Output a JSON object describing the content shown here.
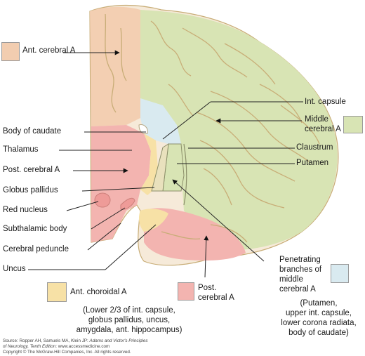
{
  "colors": {
    "anterior_cerebral": "#f2cdb0",
    "middle_cerebral": "#d8e4b4",
    "posterior_cerebral": "#f3b4b0",
    "anterior_choroidal": "#f7e1a6",
    "penetrating_branches": "#d9eaf0",
    "white_matter": "#f6ead9",
    "gyri_outline": "#c8ad77",
    "gyri_fill": "#cfdaa2",
    "leader_line": "#222222"
  },
  "labels": {
    "ant_cerebral": "Ant. cerebral A",
    "int_capsule": "Int. capsule",
    "middle_cerebral_line1": "Middle",
    "middle_cerebral_line2": "cerebral A",
    "body_of_caudate": "Body of caudate",
    "thalamus": "Thalamus",
    "claustrum": "Claustrum",
    "post_cerebral": "Post. cerebral A",
    "putamen": "Putamen",
    "globus_pallidus": "Globus pallidus",
    "red_nucleus": "Red nucleus",
    "subthalamic_body": "Subthalamic body",
    "cerebral_peduncle": "Cerebral peduncle",
    "uncus": "Uncus",
    "penetrating_line1": "Penetrating",
    "penetrating_line2": "branches of",
    "penetrating_line3": "middle",
    "penetrating_line4": "cerebral A"
  },
  "legend": {
    "ant_choroidal": "Ant. choroidal A",
    "ant_choroidal_note_1": "(Lower 2/3 of int. capsule,",
    "ant_choroidal_note_2": "globus pallidus, uncus,",
    "ant_choroidal_note_3": "amygdala, ant. hippocampus)",
    "post_cerebral_line1": "Post.",
    "post_cerebral_line2": "cerebral A",
    "penetrating_note_1": "(Putamen,",
    "penetrating_note_2": "upper int. capsule,",
    "penetrating_note_3": "lower corona radiata,",
    "penetrating_note_4": "body of caudate)"
  },
  "source": {
    "line1_prefix": "Source: Ropper AH, Samuels MA, Klein JP: ",
    "line1_title": "Adams and Victor's Principles",
    "line2_title": "of Neurology, Tenth Edition",
    "line2_suffix": ": www.accessmedicine.com",
    "line3": "Copyright © The McGraw-Hill Companies, Inc. All rights reserved."
  }
}
